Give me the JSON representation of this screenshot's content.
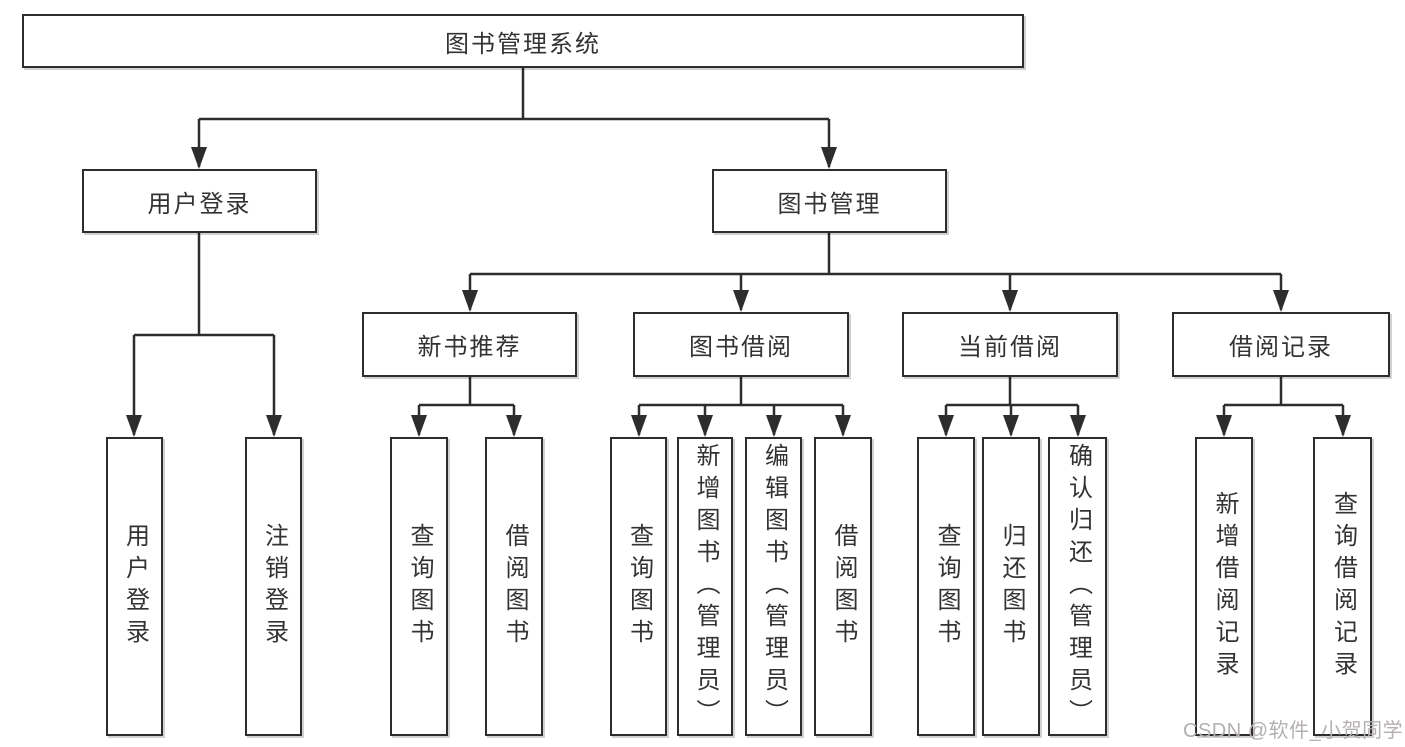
{
  "nodes": {
    "root": "图书管理系统",
    "user_login": "用户登录",
    "book_management": "图书管理",
    "new_book_recommend": "新书推荐",
    "book_borrowing": "图书借阅",
    "current_borrowing": "当前借阅",
    "borrowing_records": "借阅记录",
    "leaves": {
      "under_user_login": [
        "用户登录",
        "注销登录"
      ],
      "under_new_book_recommend": [
        "查询图书",
        "借阅图书"
      ],
      "under_book_borrowing": [
        "查询图书",
        "新增图书（管理员）",
        "编辑图书（管理员）",
        "借阅图书"
      ],
      "under_current_borrowing": [
        "查询图书",
        "归还图书",
        "确认归还（管理员）"
      ],
      "under_borrowing_records": [
        "新增借阅记录",
        "查询借阅记录"
      ]
    }
  },
  "watermark": "CSDN @软件_小贺同学",
  "colors": {
    "line": "#2d2d2d",
    "text": "#333333",
    "watermark": "#b5b0b0",
    "background": "#ffffff"
  }
}
